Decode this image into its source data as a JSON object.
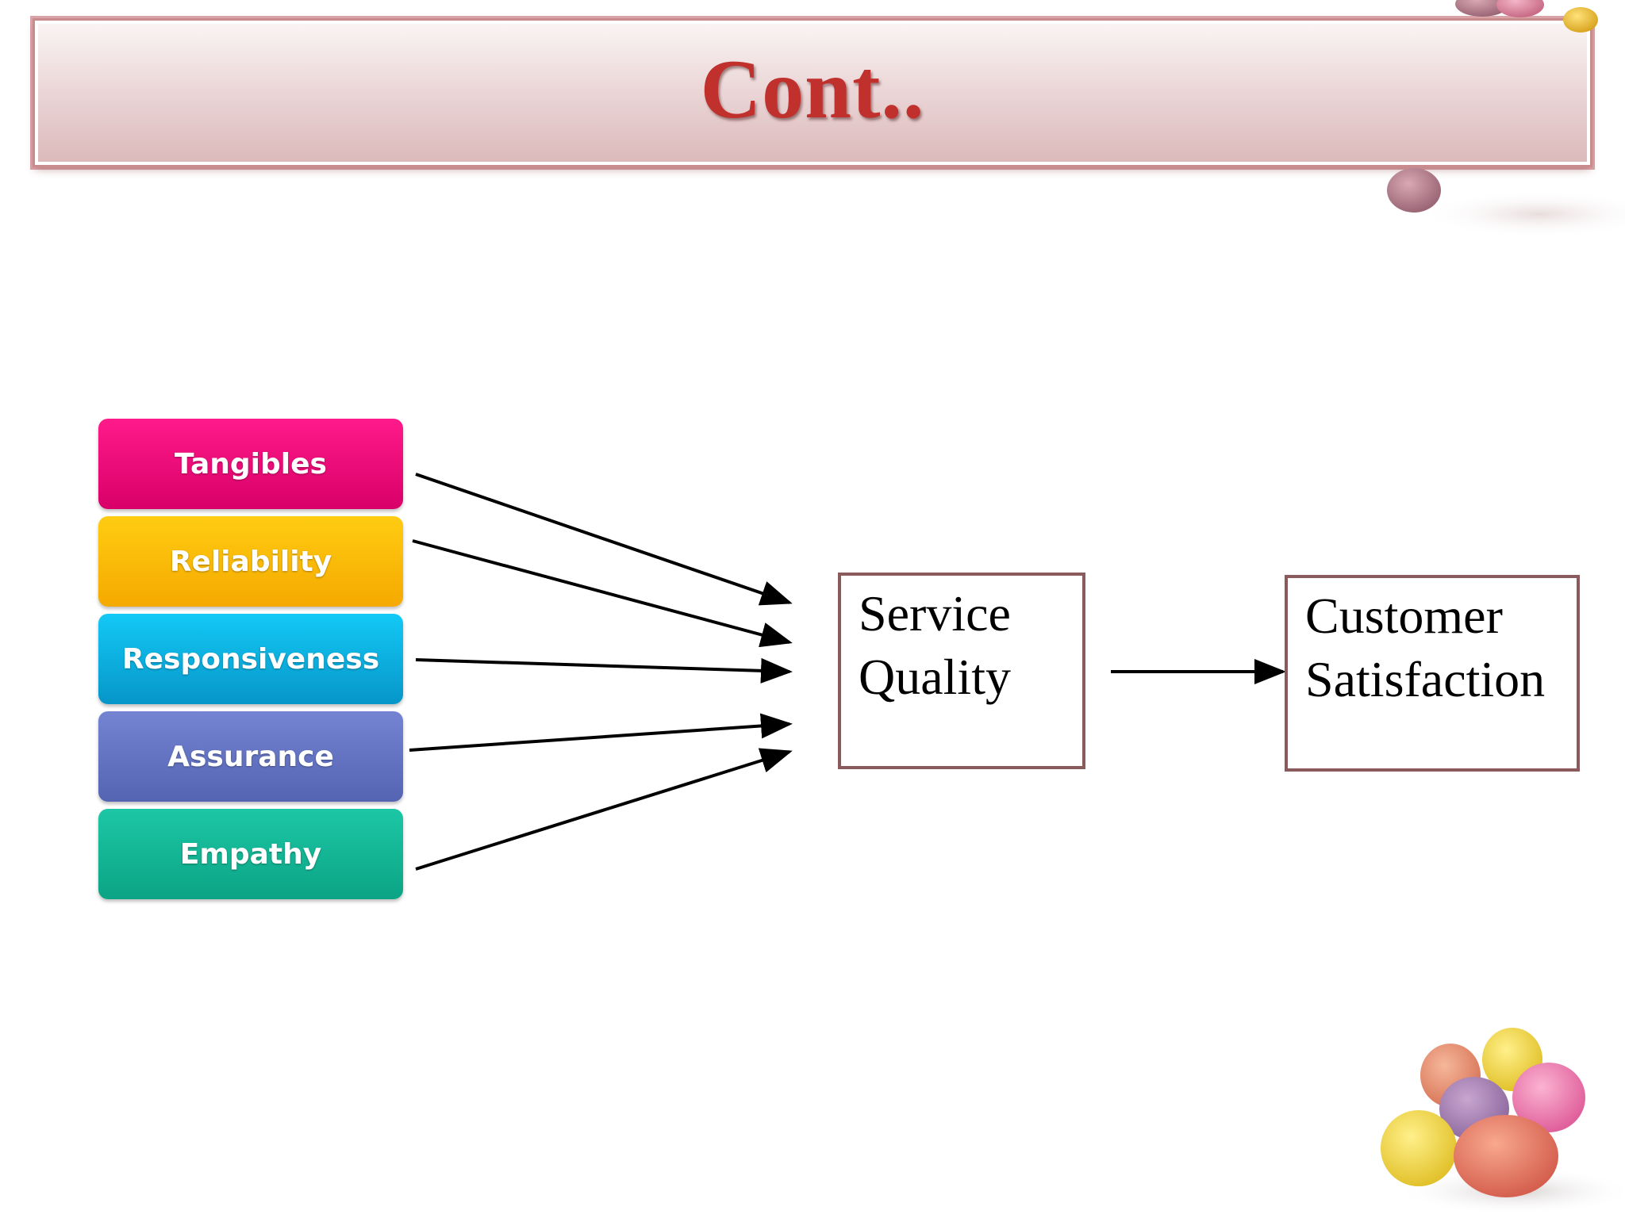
{
  "slide": {
    "title": "Cont.."
  },
  "diagram": {
    "dimensions": [
      {
        "label": "Tangibles",
        "color": "#e8097a"
      },
      {
        "label": "Reliability",
        "color": "#fbbc06"
      },
      {
        "label": "Responsiveness",
        "color": "#0cb2e4"
      },
      {
        "label": "Assurance",
        "color": "#6474c4"
      },
      {
        "label": "Empathy",
        "color": "#12b896"
      }
    ],
    "service_quality": {
      "line1": "Service",
      "line2": "Quality"
    },
    "customer_satisfaction": {
      "line1": "Customer",
      "line2": "Satisfaction"
    },
    "edges": [
      {
        "from": "Tangibles",
        "to": "Service Quality"
      },
      {
        "from": "Reliability",
        "to": "Service Quality"
      },
      {
        "from": "Responsiveness",
        "to": "Service Quality"
      },
      {
        "from": "Assurance",
        "to": "Service Quality"
      },
      {
        "from": "Empathy",
        "to": "Service Quality"
      },
      {
        "from": "Service Quality",
        "to": "Customer Satisfaction"
      }
    ]
  },
  "colors": {
    "title_text": "#c0302c",
    "box_border": "#8a5a5c",
    "banner_border": "#c98b8e"
  }
}
